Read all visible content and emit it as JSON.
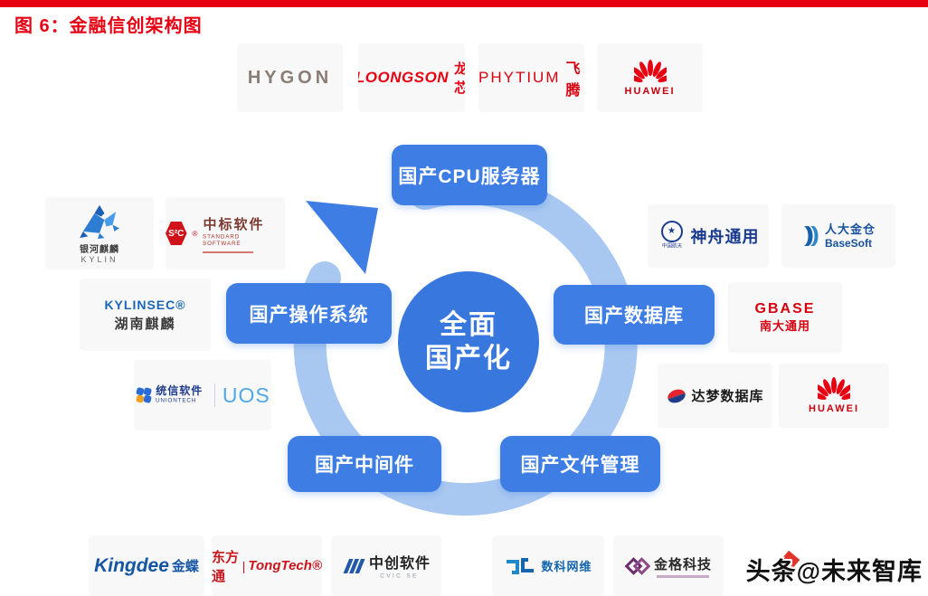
{
  "figure": {
    "title": "图 6：金融信创架构图"
  },
  "center": {
    "line1": "全面",
    "line2": "国产化"
  },
  "categories": {
    "cpu": "国产CPU服务器",
    "os": "国产操作系统",
    "db": "国产数据库",
    "middleware": "国产中间件",
    "filemgmt": "国产文件管理"
  },
  "vendors": {
    "hygon": {
      "name": "HYGON"
    },
    "loongson": {
      "en": "LOONGSON",
      "cn": "龙芯"
    },
    "phytium": {
      "en": "PHYTIUM",
      "cn": "飞腾"
    },
    "huawei": {
      "name": "HUAWEI"
    },
    "kylin": {
      "cn": "银河麒麟",
      "en": "KYLIN"
    },
    "zhongbiao": {
      "badge": "S²C",
      "reg": "®",
      "cn": "中标软件",
      "en": "STANDARD SOFTWARE"
    },
    "kylinsec": {
      "en": "KYLINSEC®",
      "cn": "湖南麒麟"
    },
    "uniontech": {
      "cn": "统信软件",
      "en": "UNIONTECH",
      "product": "UOS"
    },
    "shenzhou": {
      "emblem": "★",
      "emblem_label": "中国航天",
      "cn": "神舟通用"
    },
    "kingbase": {
      "cn": "人大金仓",
      "en": "BaseSoft"
    },
    "gbase": {
      "en": "GBASE",
      "cn": "南大通用"
    },
    "dameng": {
      "cn": "达梦数据库"
    },
    "kingdee": {
      "en": "Kingdee",
      "cn": "金蝶"
    },
    "tongtech": {
      "cn": "东方通",
      "sep": "|",
      "en": "TongTech®"
    },
    "cvic": {
      "cn": "中创软件",
      "en": "CVIC SE"
    },
    "shuke": {
      "cn": "数科网维"
    },
    "jinge": {
      "cn": "金格科技"
    }
  },
  "watermark": {
    "text": "头条@未来智库"
  },
  "colors": {
    "accent_blue": "#3D7DE4",
    "center_blue": "#3878DE",
    "ring_blue": "#A9C8F1",
    "brand_red": "#E60012"
  }
}
